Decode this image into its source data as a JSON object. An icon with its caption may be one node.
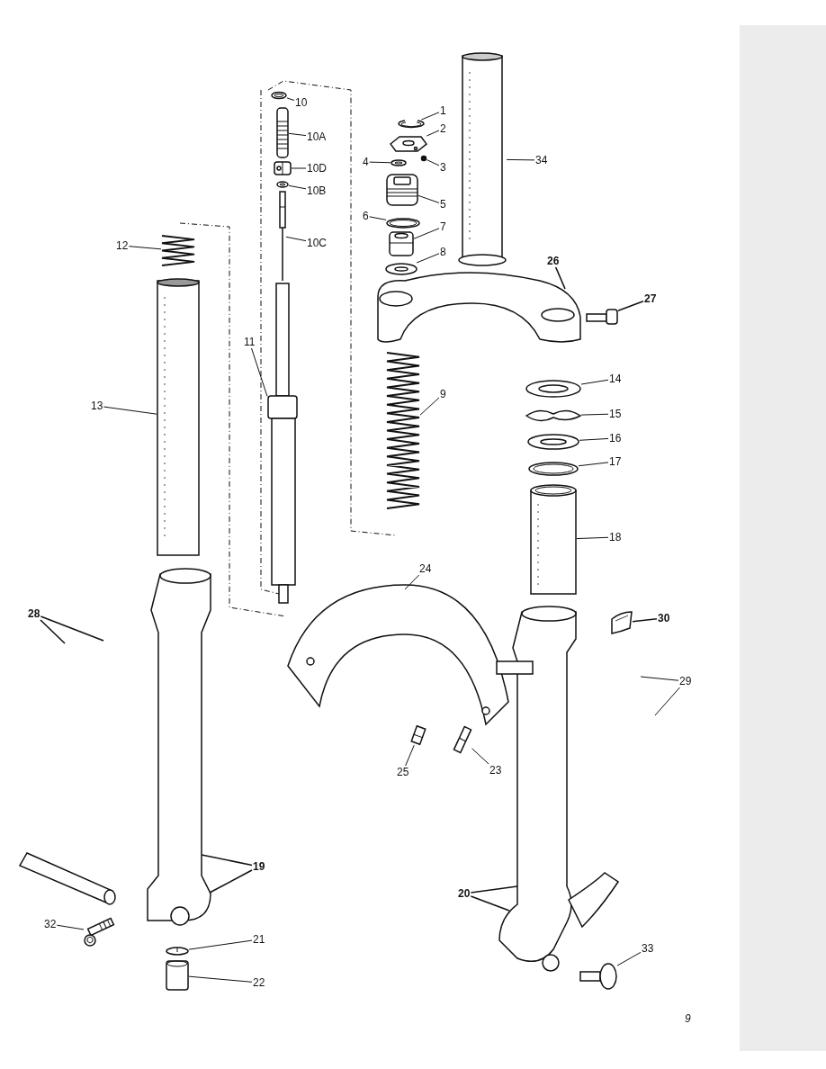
{
  "diagram": {
    "nodes": [
      {
        "text": [
          "10"
        ]
      },
      {
        "text": [
          "10A"
        ]
      },
      {
        "text": [
          "10D"
        ]
      },
      {
        "text": [
          "10B"
        ]
      },
      {
        "text": [
          "10C"
        ]
      },
      {
        "text": [
          "11"
        ]
      },
      {
        "text": [
          "12"
        ]
      },
      {
        "text": [
          "13"
        ]
      },
      {
        "text": [
          "1"
        ]
      },
      {
        "text": [
          "2"
        ]
      },
      {
        "text": [
          "3"
        ]
      },
      {
        "text": [
          "4"
        ]
      },
      {
        "text": [
          "5"
        ]
      },
      {
        "text": [
          "6"
        ]
      },
      {
        "text": [
          "7"
        ]
      },
      {
        "text": [
          "8"
        ]
      },
      {
        "text": [
          "9"
        ]
      },
      {
        "text": [
          "34"
        ]
      },
      {
        "text": [
          "26"
        ]
      },
      {
        "text": [
          "27"
        ]
      },
      {
        "text": [
          "14"
        ]
      },
      {
        "text": [
          "15"
        ]
      },
      {
        "text": [
          "16"
        ]
      },
      {
        "text": [
          "17"
        ]
      },
      {
        "text": [
          "18"
        ]
      },
      {
        "text": [
          "24"
        ]
      },
      {
        "text": [
          "30"
        ]
      },
      {
        "text": [
          "28"
        ]
      },
      {
        "text": [
          "29"
        ]
      },
      {
        "text": [
          "25"
        ]
      },
      {
        "text": [
          "23"
        ]
      },
      {
        "text": [
          "19"
        ]
      },
      {
        "text": [
          "20"
        ]
      },
      {
        "text": [
          "32"
        ]
      },
      {
        "text": [
          "21"
        ]
      },
      {
        "text": [
          "22"
        ]
      },
      {
        "text": [
          "33"
        ]
      },
      {
        "text": [],
        "shape": "picture"
      },
      {
        "text": [],
        "shape": "picture"
      },
      {
        "text": [],
        "shape": "picture"
      },
      {
        "text": [],
        "shape": "picture"
      },
      {
        "text": [],
        "shape": "picture"
      },
      {
        "text": [],
        "shape": "picture"
      },
      {
        "text": [],
        "shape": "picture"
      },
      {
        "text": [],
        "shape": "picture"
      },
      {
        "text": [],
        "shape": "picture"
      },
      {
        "text": [],
        "shape": "picture"
      },
      {
        "text": [],
        "shape": "circle"
      },
      {
        "text": [],
        "shape": "picture"
      },
      {
        "text": [],
        "shape": "picture"
      },
      {
        "text": [],
        "shape": "picture"
      },
      {
        "text": [],
        "shape": "picture"
      },
      {
        "text": [],
        "shape": "picture"
      },
      {
        "text": [],
        "shape": "picture"
      },
      {
        "text": [],
        "shape": "picture"
      },
      {
        "text": [],
        "shape": "picture"
      },
      {
        "text": [],
        "shape": "picture"
      },
      {
        "text": [],
        "shape": "picture"
      },
      {
        "text": [],
        "shape": "picture"
      },
      {
        "text": [],
        "shape": "picture"
      },
      {
        "text": [],
        "shape": "picture"
      },
      {
        "text": [],
        "shape": "picture"
      },
      {
        "text": [],
        "shape": "picture"
      },
      {
        "text": [],
        "shape": "picture"
      },
      {
        "text": [],
        "shape": "picture"
      },
      {
        "text": [],
        "shape": "picture"
      },
      {
        "text": [],
        "shape": "picture"
      },
      {
        "text": [],
        "shape": "picture"
      },
      {
        "text": [],
        "shape": "picture"
      },
      {
        "text": [],
        "shape": "picture"
      },
      {
        "text": [],
        "shape": "picture"
      },
      {
        "text": [],
        "shape": "picture"
      }
    ],
    "edges": [
      {
        "from": 0,
        "to": 37,
        "arrow": "none"
      },
      {
        "from": 1,
        "to": 38,
        "arrow": "none"
      },
      {
        "from": 2,
        "to": 39,
        "arrow": "none"
      },
      {
        "from": 3,
        "to": 40,
        "arrow": "none"
      },
      {
        "from": 4,
        "to": 41,
        "arrow": "none"
      },
      {
        "from": 5,
        "to": 42,
        "arrow": "none"
      },
      {
        "from": 6,
        "to": 43,
        "arrow": "none"
      },
      {
        "from": 7,
        "to": 44,
        "arrow": "none"
      },
      {
        "from": 8,
        "to": 45,
        "arrow": "none"
      },
      {
        "from": 9,
        "to": 46,
        "arrow": "none"
      },
      {
        "from": 10,
        "to": 47,
        "arrow": "none"
      },
      {
        "from": 11,
        "to": 48,
        "arrow": "none"
      },
      {
        "from": 12,
        "to": 49,
        "arrow": "none"
      },
      {
        "from": 13,
        "to": 50,
        "arrow": "none"
      },
      {
        "from": 14,
        "to": 51,
        "arrow": "none"
      },
      {
        "from": 15,
        "to": 52,
        "arrow": "none"
      },
      {
        "from": 16,
        "to": 53,
        "arrow": "none"
      },
      {
        "from": 17,
        "to": 54,
        "arrow": "none"
      },
      {
        "from": 18,
        "to": 55,
        "arrow": "none"
      },
      {
        "from": 19,
        "to": 56,
        "arrow": "none"
      },
      {
        "from": 20,
        "to": 57,
        "arrow": "none"
      },
      {
        "from": 21,
        "to": 58,
        "arrow": "none"
      },
      {
        "from": 22,
        "to": 59,
        "arrow": "none"
      },
      {
        "from": 23,
        "to": 60,
        "arrow": "none"
      },
      {
        "from": 24,
        "to": 61,
        "arrow": "none"
      },
      {
        "from": 25,
        "to": 62,
        "arrow": "none"
      },
      {
        "from": 26,
        "to": 63,
        "arrow": "none"
      },
      {
        "from": 27,
        "to": null,
        "arrow": "none"
      },
      {
        "from": 27,
        "to": null,
        "arrow": "none"
      },
      {
        "from": 28,
        "to": null,
        "arrow": "none"
      },
      {
        "from": 28,
        "to": null,
        "arrow": "none"
      },
      {
        "from": 29,
        "to": 64,
        "arrow": "none"
      },
      {
        "from": 30,
        "to": 65,
        "arrow": "none"
      },
      {
        "from": 31,
        "to": 66,
        "arrow": "none"
      },
      {
        "from": 31,
        "to": 66,
        "arrow": "none"
      },
      {
        "from": 32,
        "to": 67,
        "arrow": "none"
      },
      {
        "from": 32,
        "to": 67,
        "arrow": "none"
      },
      {
        "from": 33,
        "to": 68,
        "arrow": "none"
      },
      {
        "from": 34,
        "to": 69,
        "arrow": "none"
      },
      {
        "from": 35,
        "to": 70,
        "arrow": "none"
      },
      {
        "from": 36,
        "to": 71,
        "arrow": "none"
      }
    ],
    "labels": [
      "9"
    ]
  }
}
